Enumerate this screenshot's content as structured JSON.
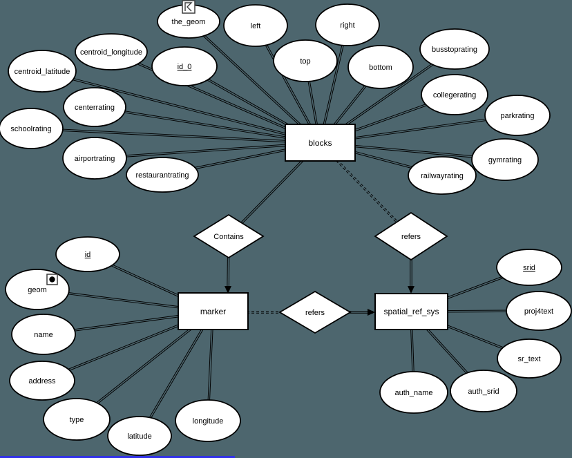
{
  "colors": {
    "background": "#4d666e",
    "node_fill": "#ffffff",
    "line": "#000000",
    "bottom_strip": "#3232e6"
  },
  "diagram": {
    "type": "entity-relationship",
    "entities": {
      "blocks": {
        "label": "blocks"
      },
      "marker": {
        "label": "marker"
      },
      "spatial_ref_sys": {
        "label": "spatial_ref_sys"
      }
    },
    "relationships": {
      "contains": {
        "label": "Contains",
        "between": [
          "blocks",
          "marker"
        ]
      },
      "refers_top": {
        "label": "refers",
        "between": [
          "blocks",
          "spatial_ref_sys"
        ]
      },
      "refers_mid": {
        "label": "refers",
        "between": [
          "marker",
          "spatial_ref_sys"
        ]
      }
    },
    "attributes": {
      "the_geom": {
        "label": "the_geom",
        "entity": "blocks",
        "key": false,
        "icon": "polygon-geometry-icon"
      },
      "id_0": {
        "label": "id_0",
        "entity": "blocks",
        "key": true
      },
      "left": {
        "label": "left",
        "entity": "blocks",
        "key": false
      },
      "top": {
        "label": "top",
        "entity": "blocks",
        "key": false
      },
      "right": {
        "label": "right",
        "entity": "blocks",
        "key": false
      },
      "bottom": {
        "label": "bottom",
        "entity": "blocks",
        "key": false
      },
      "busstoprating": {
        "label": "busstoprating",
        "entity": "blocks",
        "key": false
      },
      "collegerating": {
        "label": "collegerating",
        "entity": "blocks",
        "key": false
      },
      "parkrating": {
        "label": "parkrating",
        "entity": "blocks",
        "key": false
      },
      "gymrating": {
        "label": "gymrating",
        "entity": "blocks",
        "key": false
      },
      "railwayrating": {
        "label": "railwayrating",
        "entity": "blocks",
        "key": false
      },
      "centroid_longitude": {
        "label": "centroid_longitude",
        "entity": "blocks",
        "key": false
      },
      "centroid_latitude": {
        "label": "centroid_latitude",
        "entity": "blocks",
        "key": false
      },
      "centerrating": {
        "label": "centerrating",
        "entity": "blocks",
        "key": false
      },
      "schoolrating": {
        "label": "schoolrating",
        "entity": "blocks",
        "key": false
      },
      "airportrating": {
        "label": "airportrating",
        "entity": "blocks",
        "key": false
      },
      "restaurantrating": {
        "label": "restaurantrating",
        "entity": "blocks",
        "key": false
      },
      "id": {
        "label": "id",
        "entity": "marker",
        "key": true
      },
      "geom": {
        "label": "geom",
        "entity": "marker",
        "key": false,
        "icon": "point-geometry-icon"
      },
      "name": {
        "label": "name",
        "entity": "marker",
        "key": false
      },
      "address": {
        "label": "address",
        "entity": "marker",
        "key": false
      },
      "type": {
        "label": "type",
        "entity": "marker",
        "key": false
      },
      "latitude": {
        "label": "latitude",
        "entity": "marker",
        "key": false
      },
      "longitude": {
        "label": "longitude",
        "entity": "marker",
        "key": false
      },
      "srid": {
        "label": "srid",
        "entity": "spatial_ref_sys",
        "key": true
      },
      "proj4text": {
        "label": "proj4text",
        "entity": "spatial_ref_sys",
        "key": false
      },
      "sr_text": {
        "label": "sr_text",
        "entity": "spatial_ref_sys",
        "key": false
      },
      "auth_srid": {
        "label": "auth_srid",
        "entity": "spatial_ref_sys",
        "key": false
      },
      "auth_name": {
        "label": "auth_name",
        "entity": "spatial_ref_sys",
        "key": false
      }
    },
    "relationship_edges": [
      {
        "from": "blocks",
        "to": "Contains",
        "style": "solid-double",
        "arrow": false
      },
      {
        "from": "Contains",
        "to": "marker",
        "style": "solid-double",
        "arrow": true
      },
      {
        "from": "blocks",
        "to": "refers_top",
        "style": "dashed-double",
        "arrow": false
      },
      {
        "from": "refers_top",
        "to": "spatial_ref_sys",
        "style": "solid-double",
        "arrow": true
      },
      {
        "from": "marker",
        "to": "refers_mid",
        "style": "dashed-double",
        "arrow": false
      },
      {
        "from": "refers_mid",
        "to": "spatial_ref_sys",
        "style": "solid-double",
        "arrow": true
      }
    ]
  }
}
